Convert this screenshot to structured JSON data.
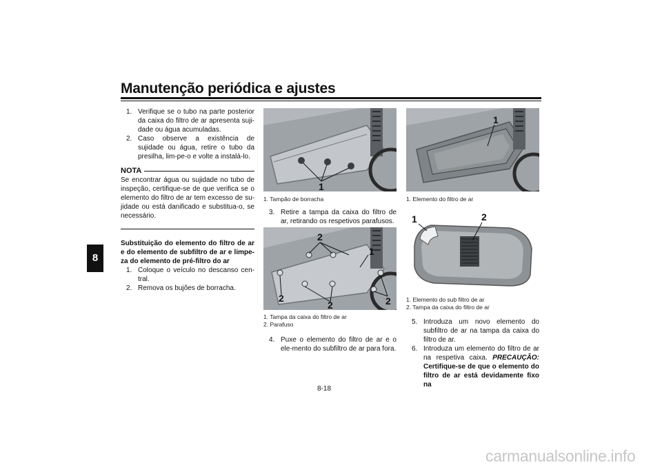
{
  "header": {
    "title": "Manutenção periódica e ajustes",
    "chapter": "8"
  },
  "col1": {
    "items": [
      {
        "num": "1.",
        "text": "Verifique se o tubo na parte posterior da caixa do filtro de ar apresenta suji-dade ou água acumuladas."
      },
      {
        "num": "2.",
        "text": "Caso observe a existência de sujidade ou água, retire o tubo da presilha, lim-pe-o e volte a instalá-lo."
      }
    ],
    "nota_label": "NOTA",
    "nota_text": "Se encontrar água ou sujidade no tubo de inspeção, certifique-se de que verifica se o elemento do filtro de ar tem excesso de su-jidade ou está danificado e substitua-o, se necessário.",
    "section_heading": "Substituição do elemento do filtro de ar e do elemento de subfiltro de ar e limpe-za do elemento de pré-filtro do ar",
    "steps": [
      {
        "num": "1.",
        "text": "Coloque o veículo no descanso cen-tral."
      },
      {
        "num": "2.",
        "text": "Remova os bujões de borracha."
      }
    ]
  },
  "col2": {
    "fig1": {
      "callouts": [
        "1"
      ],
      "captions": [
        "1. Tampão de borracha"
      ]
    },
    "step3": {
      "num": "3.",
      "text": "Retire a tampa da caixa do filtro de ar, retirando os respetivos parafusos."
    },
    "fig2": {
      "callouts": [
        "2",
        "1",
        "2",
        "2",
        "2"
      ],
      "captions": [
        "1. Tampa da caixa do filtro de ar",
        "2. Parafuso"
      ]
    },
    "step4": {
      "num": "4.",
      "text": "Puxe o elemento do filtro de ar e o ele-mento do subfiltro de ar para fora."
    }
  },
  "col3": {
    "fig3": {
      "callouts": [
        "1"
      ],
      "captions": [
        "1. Elemento do filtro de ar"
      ]
    },
    "fig4": {
      "callouts": [
        "1",
        "2"
      ],
      "captions": [
        "1. Elemento do sub filtro de ar",
        "2. Tampa da caixa do filtro de ar"
      ]
    },
    "step5": {
      "num": "5.",
      "text": "Introduza um novo elemento do subfiltro de ar na tampa da caixa do filtro de ar."
    },
    "step6": {
      "num": "6.",
      "text_plain": "Introduza um elemento do filtro de ar na respetiva caixa.",
      "caution_label": "PRECAUÇÃO:",
      "caution_text": "Certifique-se de que o elemento do filtro de ar está devidamente fixo na"
    }
  },
  "footer": {
    "page": "8-18"
  },
  "watermark": "carmanualsonline.info"
}
